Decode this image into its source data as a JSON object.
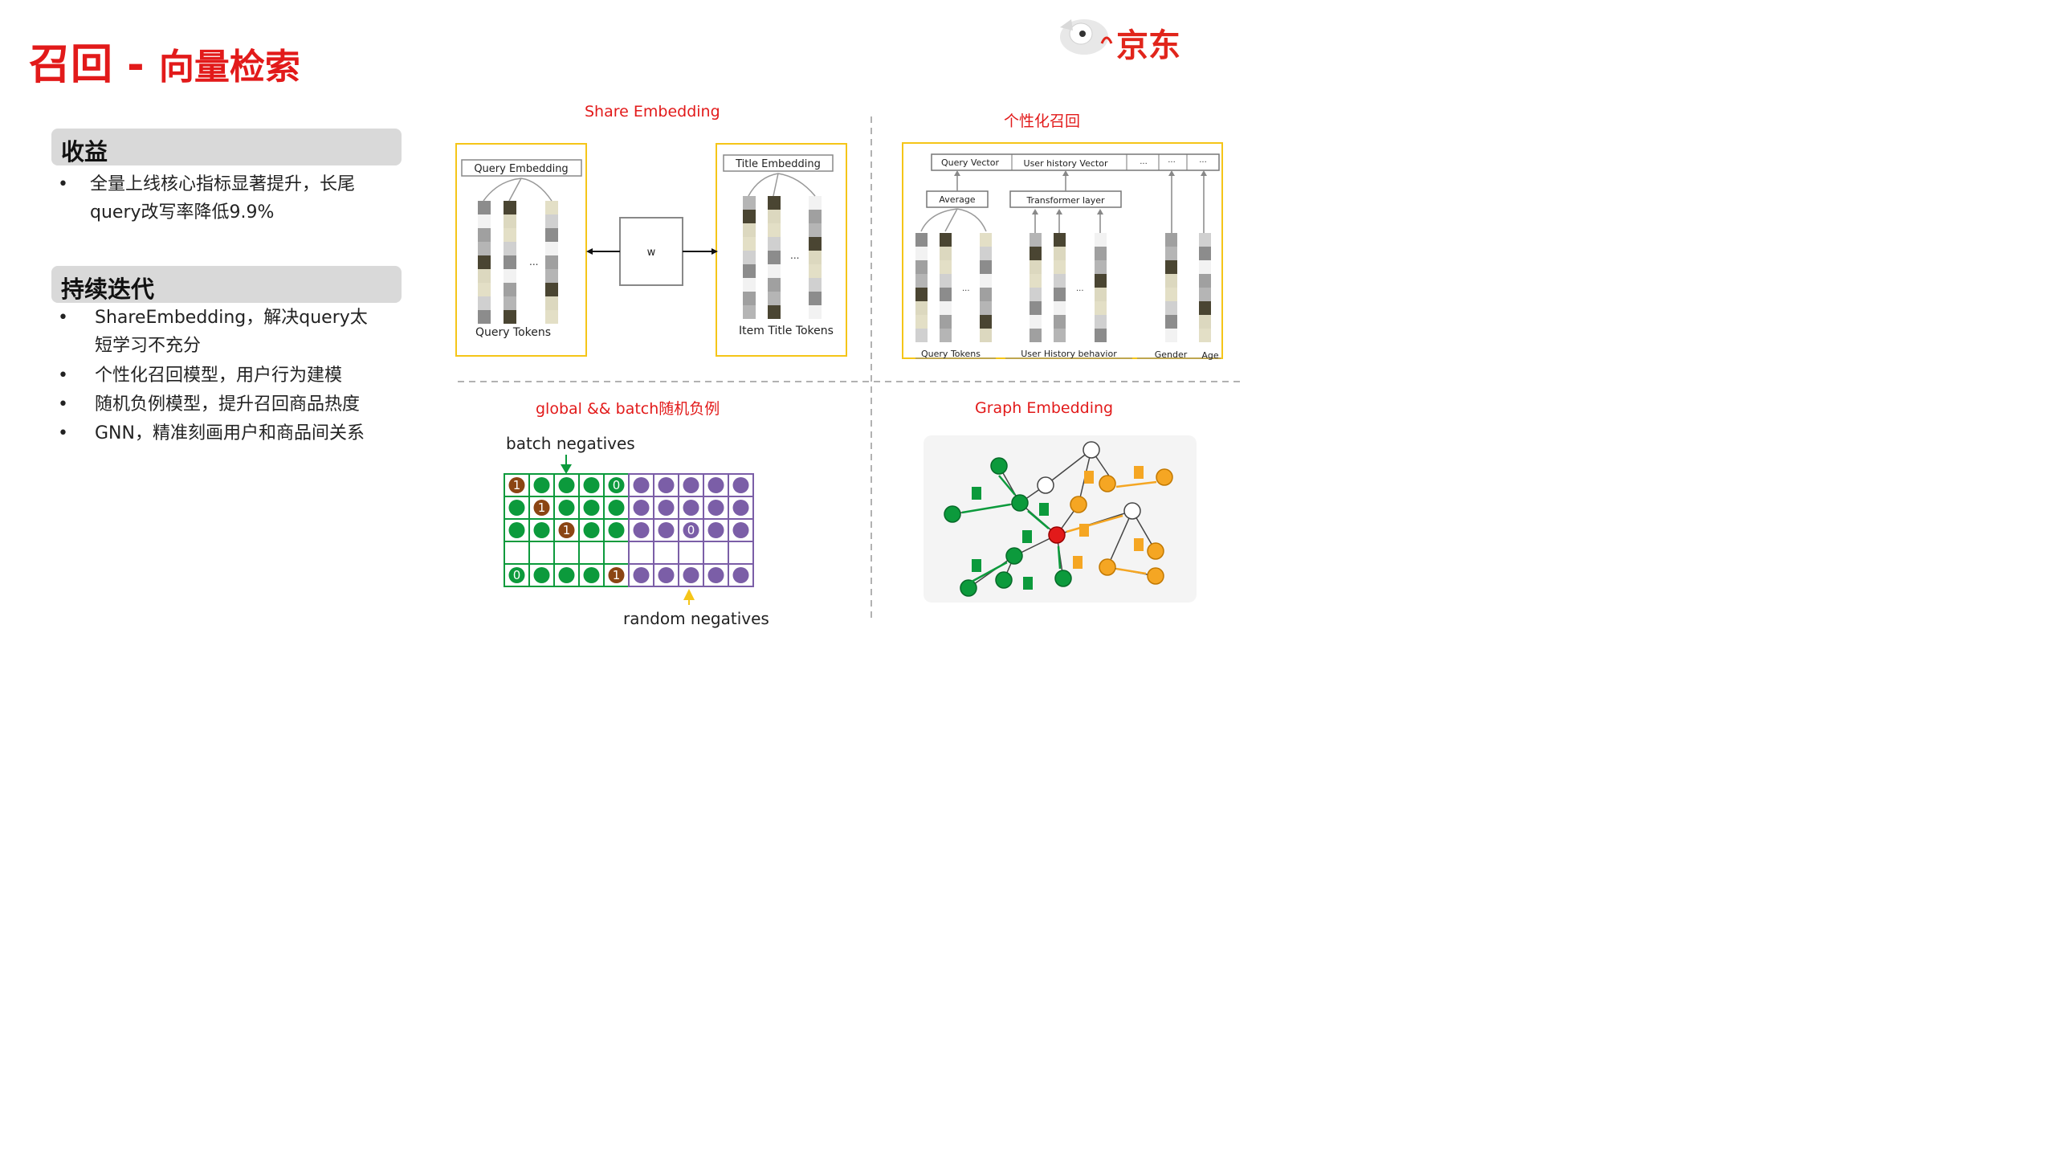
{
  "page": {
    "title_main": "召回",
    "title_sep": "-",
    "title_sub": "向量检索",
    "brand": "京东"
  },
  "sections": [
    {
      "heading": "收益",
      "bullets": [
        "全量上线核心指标显著提升，长尾",
        "query改写率降低9.9%"
      ]
    },
    {
      "heading": "持续迭代",
      "bullets": [
        "ShareEmbedding，解决query太",
        "短学习不充分",
        "个性化召回模型，用户行为建模",
        "随机负例模型，提升召回商品热度",
        "GNN，精准刻画用户和商品间关系"
      ]
    }
  ],
  "diagrams": {
    "share": {
      "title": "Share Embedding",
      "query_embedding": "Query Embedding",
      "title_embedding": "Title Embedding",
      "w": "w",
      "query_tokens": "Query Tokens",
      "item_title_tokens": "Item Title Tokens",
      "dots": "..."
    },
    "personal": {
      "title": "个性化召回",
      "query_vector": "Query Vector",
      "user_history_vector": "User history Vector",
      "average": "Average",
      "transformer": "Transformer layer",
      "query_tokens": "Query Tokens",
      "user_history": "User History behavior",
      "gender": "Gender",
      "age": "Age",
      "dots": "..."
    },
    "negatives": {
      "title": "global && batch随机负例",
      "batch": "batch negatives",
      "random": "random negatives",
      "one": "1",
      "zero": "0"
    },
    "graph": {
      "title": "Graph Embedding"
    }
  },
  "colors": {
    "accent": "#e21a1a",
    "panel_border": "#f5c518",
    "green": "#0c9a3c",
    "purple": "#7b5ea7",
    "brown": "#8b4513",
    "orange": "#f5a623"
  }
}
